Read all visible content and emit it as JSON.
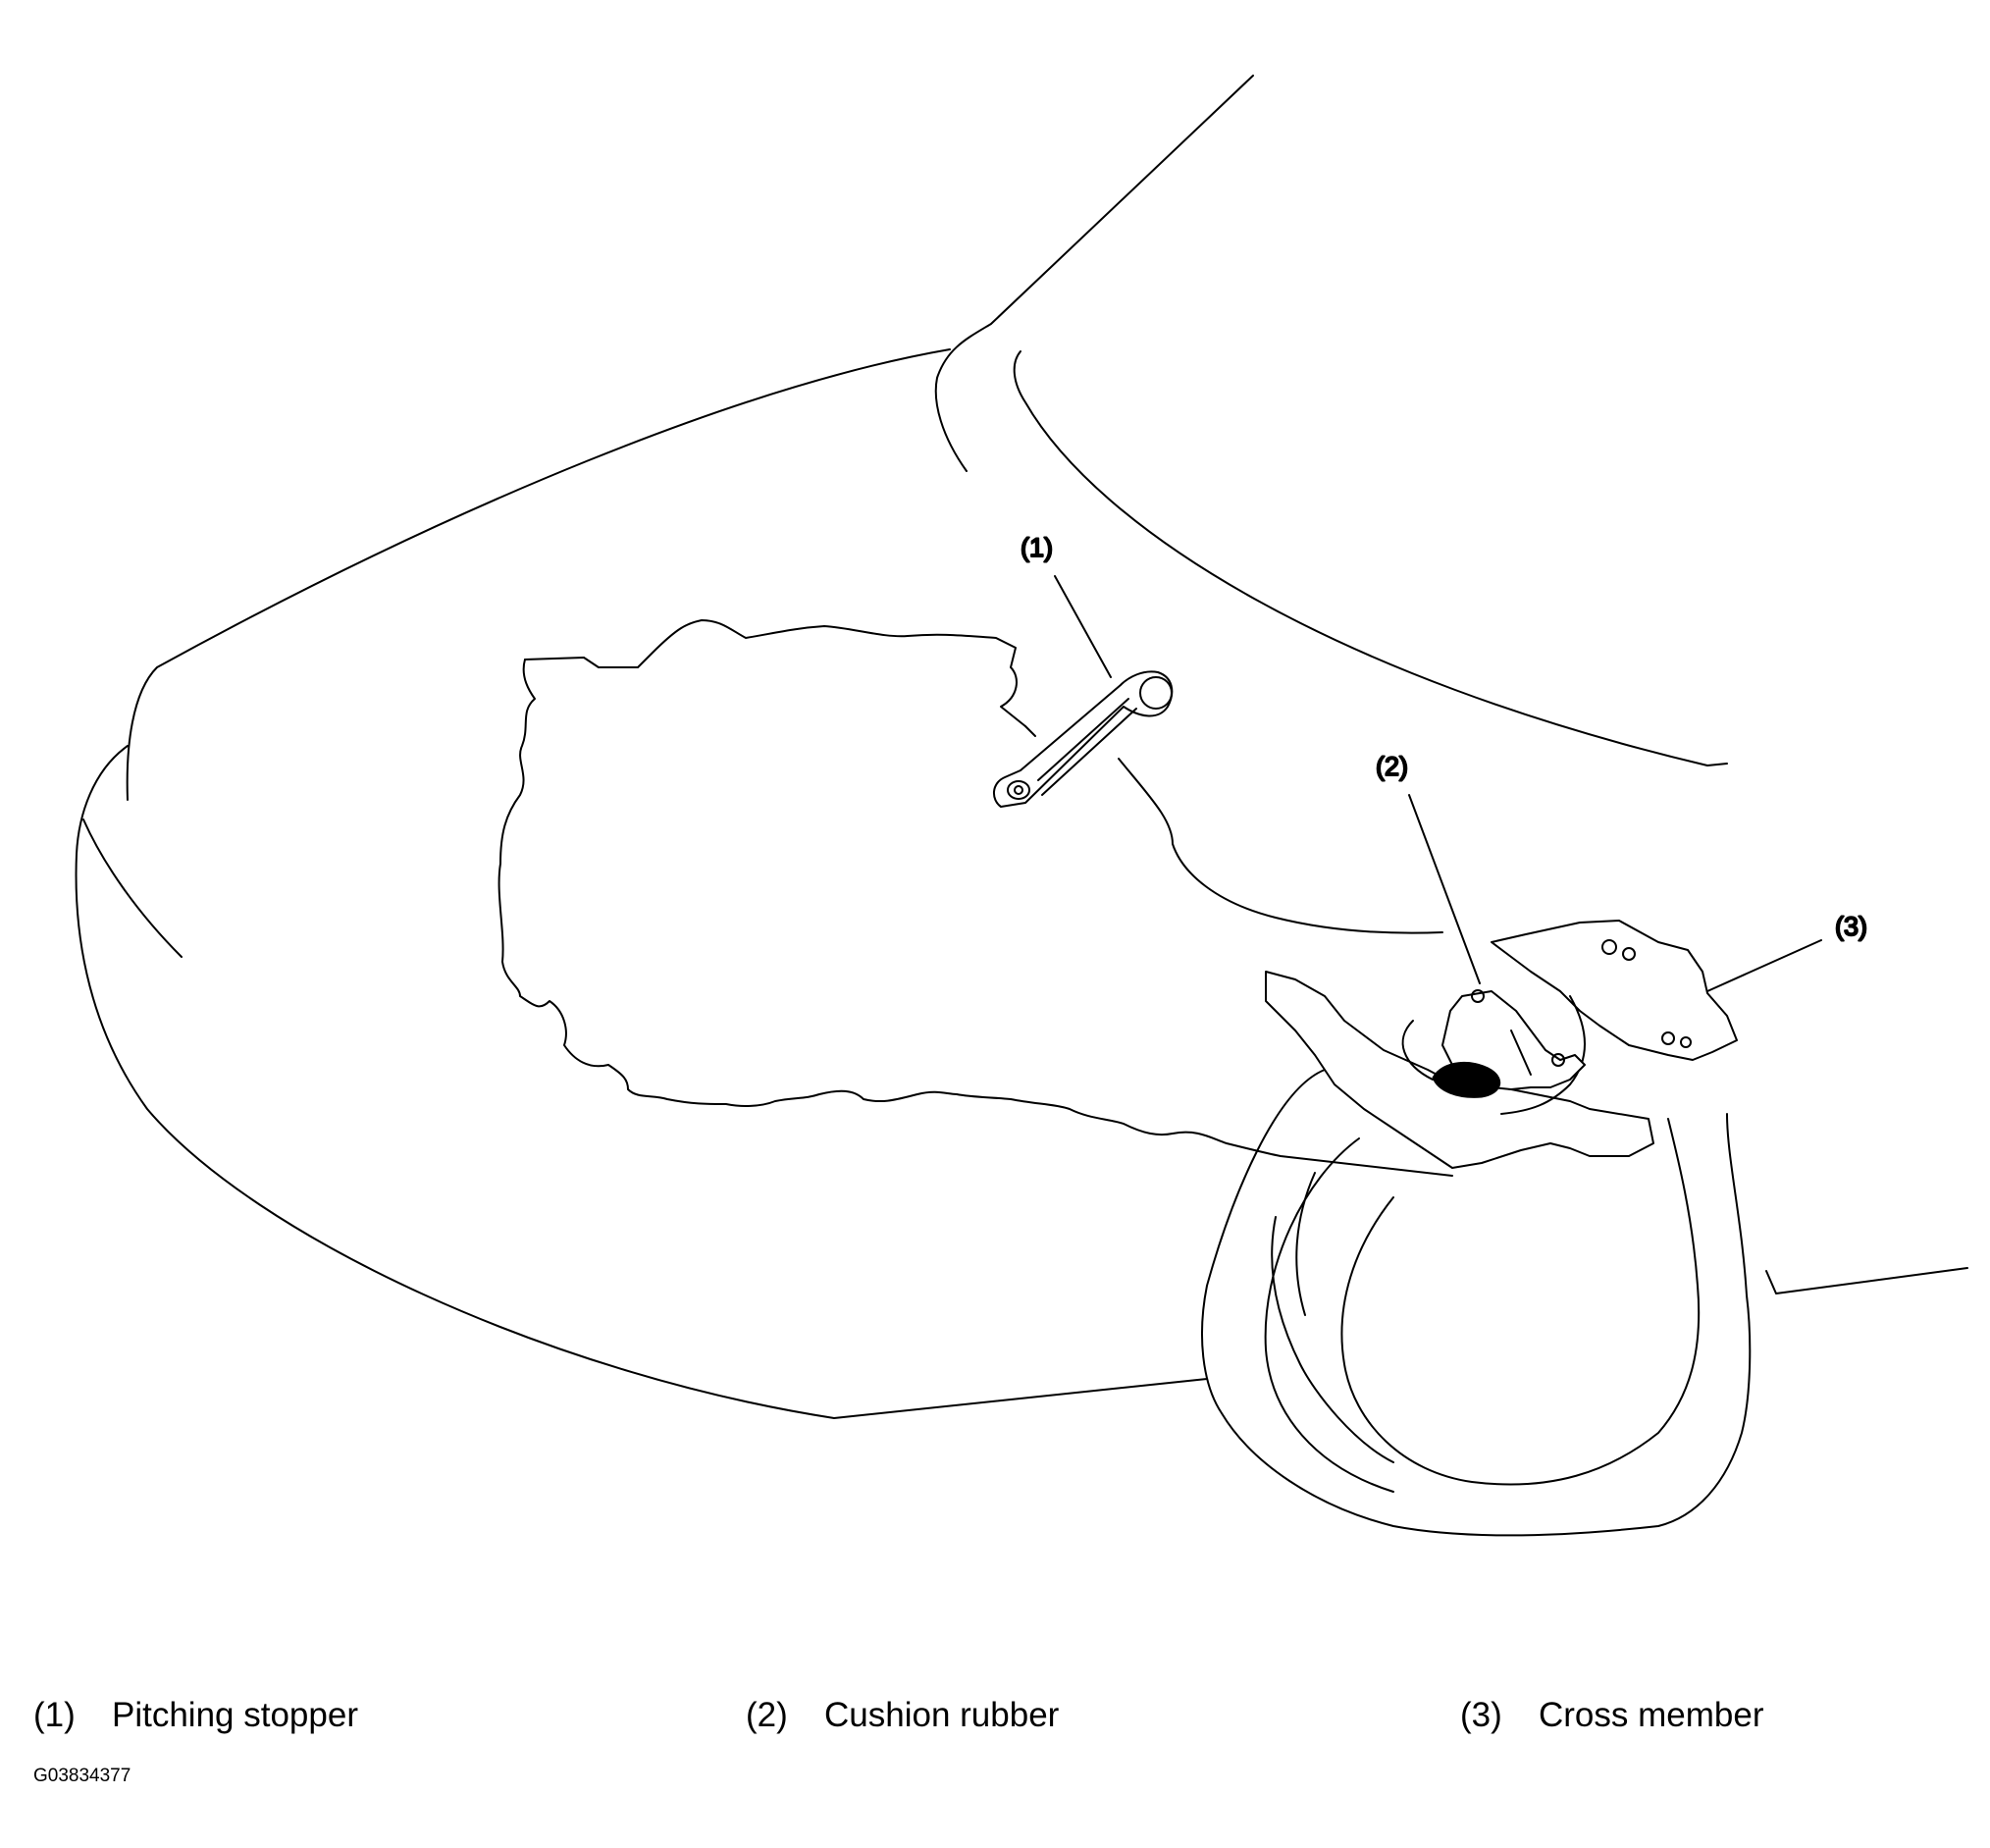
{
  "callouts": [
    {
      "number": "(1)"
    },
    {
      "number": "(2)"
    },
    {
      "number": "(3)"
    }
  ],
  "legend": [
    {
      "number": "(1)",
      "label": "Pitching stopper"
    },
    {
      "number": "(2)",
      "label": "Cushion rubber"
    },
    {
      "number": "(3)",
      "label": "Cross member"
    }
  ],
  "figure_id": "G03834377"
}
